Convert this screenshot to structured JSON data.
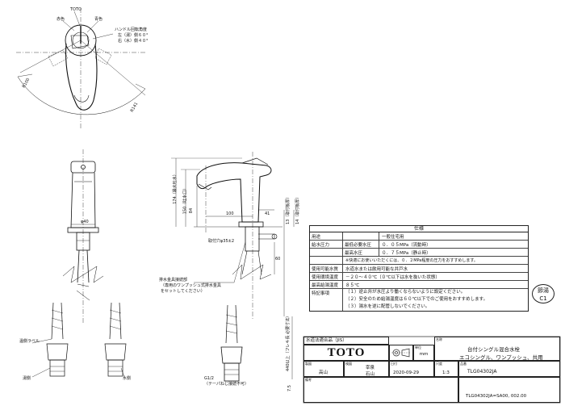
{
  "top_view": {
    "brand_small": "TOTO",
    "red_label": "赤色",
    "blue_label": "青色",
    "handle_title": "ハンドル回転角度",
    "handle_left": "左（湯）側６０°",
    "handle_right": "右（水）側４０°",
    "dim_radius_left": "R100",
    "dim_radius_right": "R141"
  },
  "front_view": {
    "dim_width": "φ40"
  },
  "side_view": {
    "dim_total_height": "174（最大吐水）",
    "dim_mid_height": "150（吐水口）",
    "dim_spout_height": "84",
    "dim_reach": "100",
    "dim_41": "41",
    "dim_13": "13（取付板厚）",
    "dim_14": "14（取付板厚）",
    "dim_60": "60",
    "mount_hole": "取付穴φ35±2",
    "hose_dim": "440以上（フレキ長 必要寸法）",
    "drain_label_1": "排水金具接続部",
    "drain_label_2": "（専用のワンプッシュ式排水金具",
    "drain_label_3": "をセットしてください）",
    "pipe_size": "G1/2",
    "pipe_note": "（テーパねじ接続不可）",
    "dim_bottom": "7.5"
  },
  "lower_left": {
    "hot_label_tag": "温側ラベル",
    "hot_side": "湯側",
    "cold_side": "水側"
  },
  "spec": {
    "title": "仕様",
    "rows": [
      {
        "key": "用途",
        "sub": "",
        "val": "一般住宅用"
      },
      {
        "key": "給水圧力",
        "sub": "最低必要水圧",
        "val": "０．０５MPa（流動時）"
      },
      {
        "key": "",
        "sub": "最高水圧",
        "val": "０．７５MPa（静止時）"
      },
      {
        "key": "",
        "sub": "",
        "val": "※快適にお使いいただくには、０．２MPa程度の圧力をおすすめします。"
      },
      {
        "key": "使用可能水質",
        "sub": "",
        "val": "水道水または飲用可能な井戸水"
      },
      {
        "key": "使用環境温度",
        "sub": "",
        "val": "－２０～４０℃（０℃以下は水を抜いた状態）"
      },
      {
        "key": "最高給湯温度",
        "sub": "",
        "val": "８５℃"
      }
    ],
    "notes_key": "特記事項",
    "notes": [
      "（１）逆止弁が水圧より働くならないように設定ください。",
      "（２）安全のため給湯温度は６０℃以下でのご使用をおすすめします。",
      "（３）湯水を逆に配管しないでください。"
    ]
  },
  "stamp": {
    "line1": "節湯",
    "line2": "C1"
  },
  "title_block": {
    "jis": "水道法適合品（JIS）",
    "brand": "TOTO",
    "unit": "mm",
    "unit_label": "単位",
    "name_label": "名称",
    "product_name": "台付シングル混合水栓",
    "product_sub": "エコシングル、ワンプッシュ、共用",
    "drawn_label": "製図",
    "drawn_by": "高山",
    "checked_label": "検図",
    "checked_by_1": "宰泉",
    "checked_by_2": "石山",
    "date_label": "日付",
    "date": "2020-09-29",
    "scale_label": "尺度",
    "scale": "1:3",
    "part_label": "品番",
    "part_no": "TLG04302JA",
    "ref_label": "備考",
    "drawing_no": "TLG04302JA=SA00, 002.00"
  }
}
